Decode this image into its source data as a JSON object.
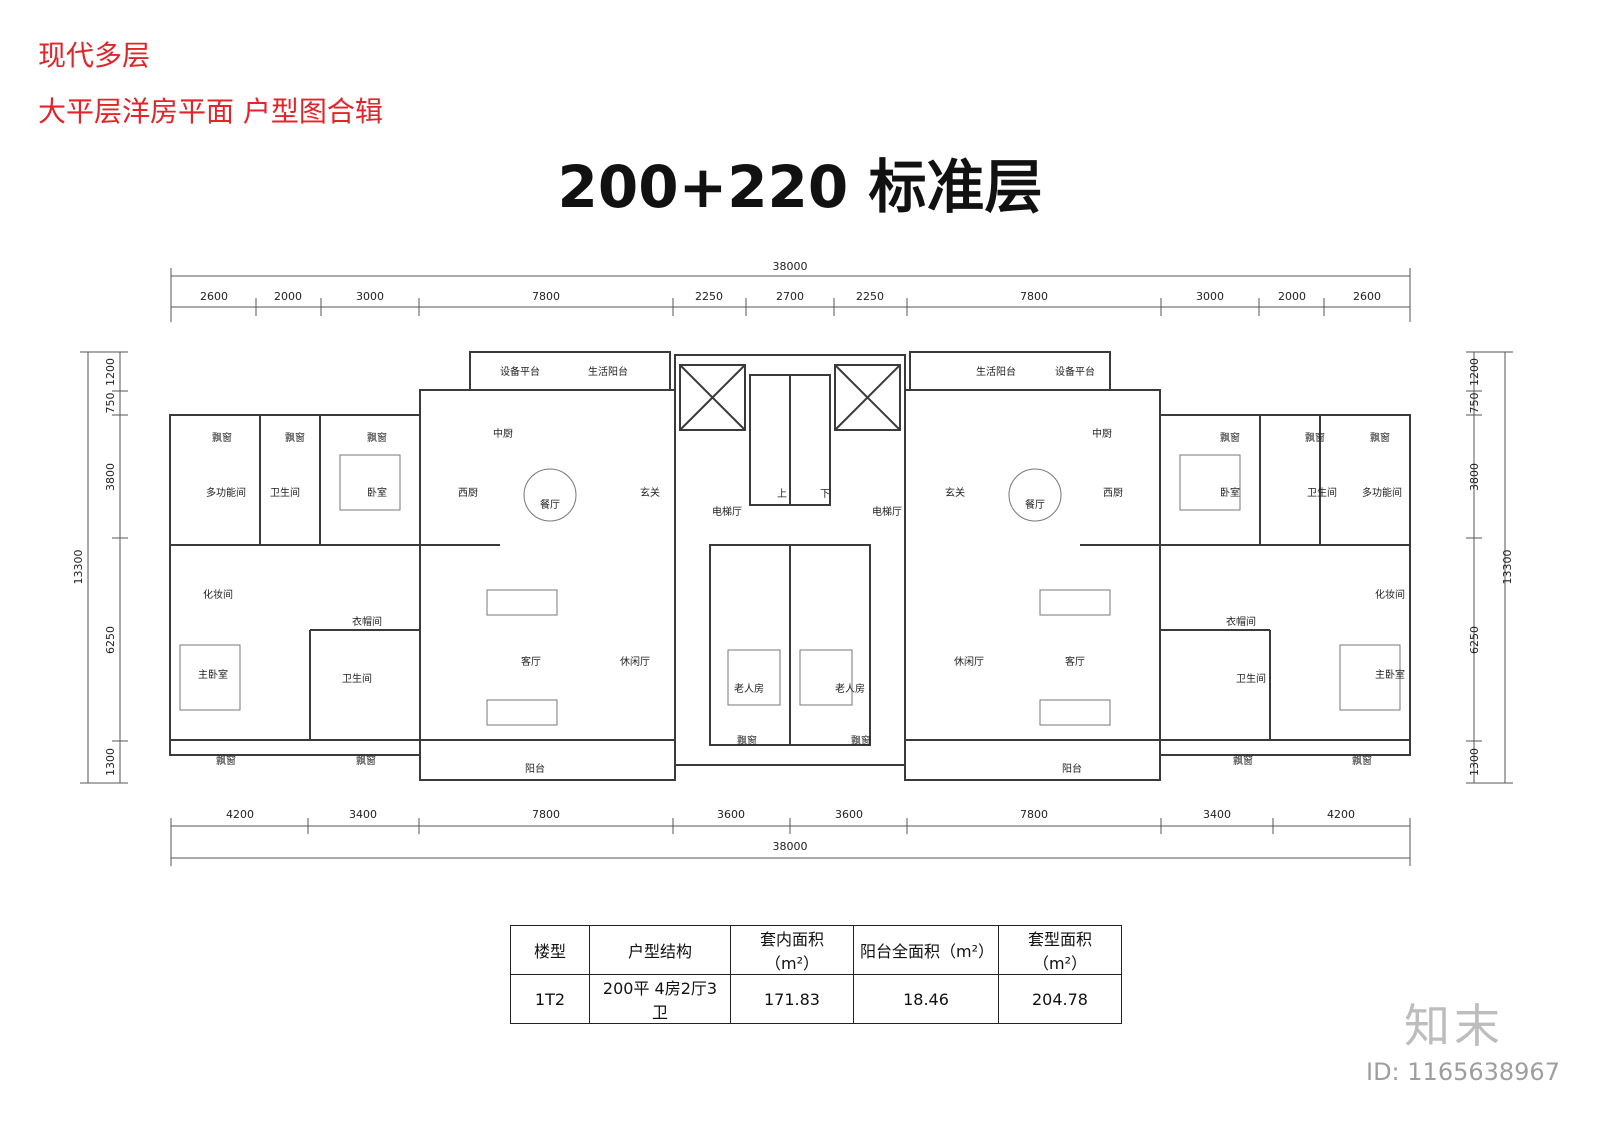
{
  "header": {
    "line1": "现代多层",
    "line2": "大平层洋房平面  户型图合辑"
  },
  "title": "200+220    标准层",
  "dimensions": {
    "top_total": "38000",
    "top_segments": [
      "2600",
      "2000",
      "3000",
      "7800",
      "2250",
      "2700",
      "2250",
      "7800",
      "3000",
      "2000",
      "2600"
    ],
    "bottom_segments": [
      "4200",
      "3400",
      "7800",
      "3600",
      "3600",
      "7800",
      "3400",
      "4200"
    ],
    "bottom_total": "38000",
    "left_segments": [
      "1200",
      "750",
      "3800",
      "6250",
      "1300"
    ],
    "left_total": "13300",
    "right_segments": [
      "1200",
      "750",
      "3800",
      "6250",
      "1300"
    ],
    "right_total": "13300"
  },
  "rooms": {
    "equipment_platform": "设备平台",
    "service_balcony": "生活阳台",
    "chinese_kitchen": "中厨",
    "western_kitchen": "西厨",
    "dining": "餐厅",
    "foyer": "玄关",
    "elevator_hall": "电梯厅",
    "stair_up": "上",
    "stair_down": "下",
    "bay_window": "飘窗",
    "bathroom": "卫生间",
    "bedroom": "卧室",
    "multi_room": "多功能间",
    "vanity": "化妆间",
    "closet": "衣帽间",
    "master_bedroom": "主卧室",
    "living": "客厅",
    "leisure": "休闲厅",
    "elder_room": "老人房",
    "balcony": "阳台"
  },
  "table": {
    "headers": [
      "楼型",
      "户型结构",
      "套内面积（m²）",
      "阳台全面积（m²）",
      "套型面积（m²）"
    ],
    "row": [
      "1T2",
      "200平   4房2厅3卫",
      "171.83",
      "18.46",
      "204.78"
    ]
  },
  "watermark": {
    "logo": "知末",
    "id": "ID: 1165638967"
  },
  "colors": {
    "header_red": "#e0252b",
    "wall": "#3a3a3a",
    "line": "#555555"
  }
}
